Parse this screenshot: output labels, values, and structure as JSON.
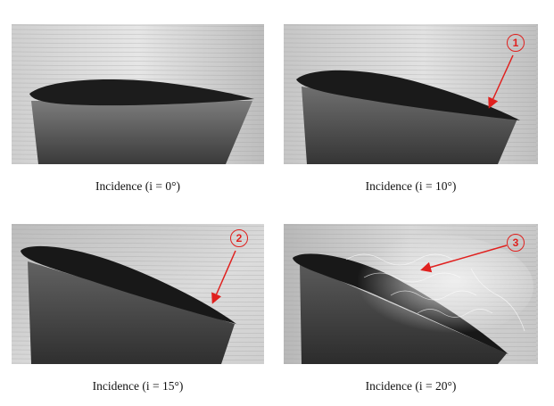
{
  "figure": {
    "panels": [
      {
        "caption": "Incidence (i = 0°)",
        "incidence_deg": 0,
        "callout": ""
      },
      {
        "caption": "Incidence (i = 10°)",
        "incidence_deg": 10,
        "callout": "1"
      },
      {
        "caption": "Incidence (i = 15°)",
        "incidence_deg": 15,
        "callout": "2"
      },
      {
        "caption": "Incidence (i = 20°)",
        "incidence_deg": 20,
        "callout": "3"
      }
    ],
    "annotation_color": "#e0201e"
  }
}
